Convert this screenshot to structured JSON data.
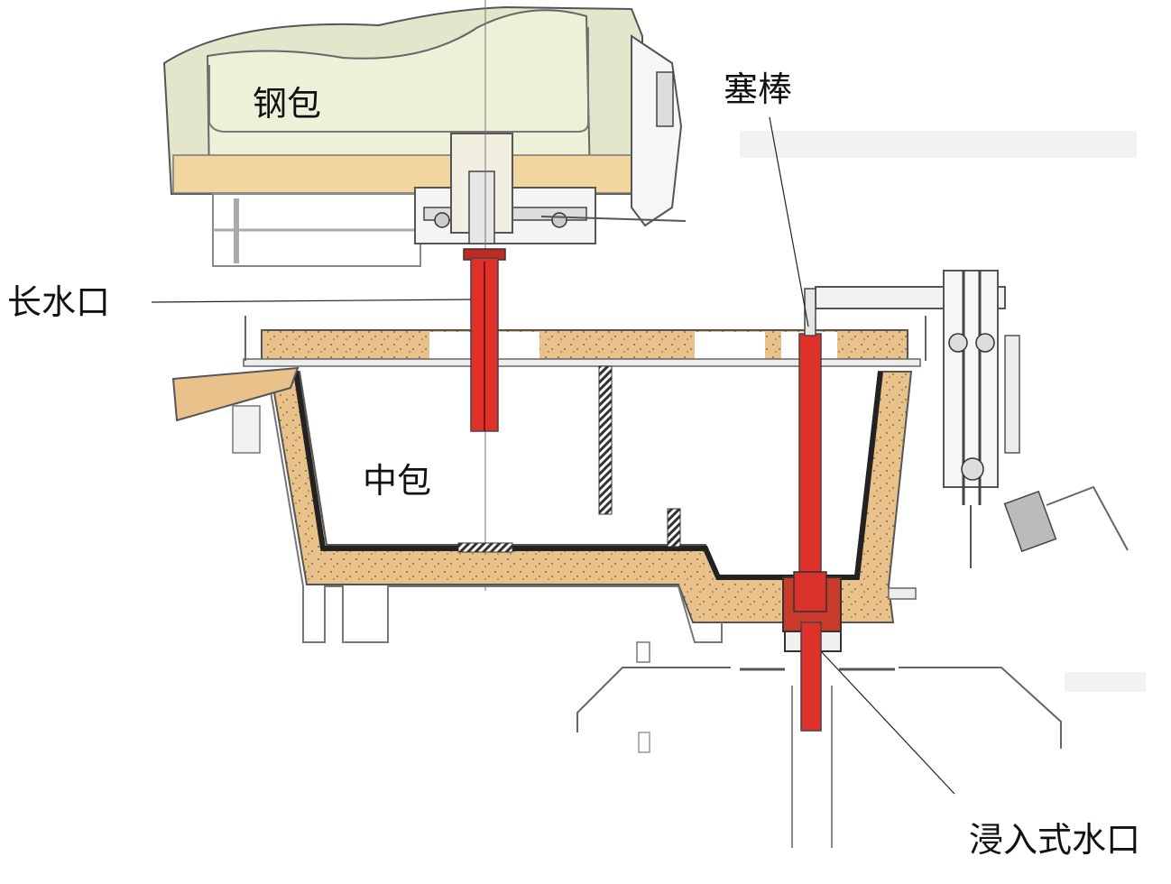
{
  "labels": {
    "ladle": "钢包",
    "stopper_rod": "塞棒",
    "long_nozzle": "长水口",
    "tundish": "中包",
    "submerged_nozzle": "浸入式水口"
  },
  "colors": {
    "ladle_body": "#eef0d8",
    "ladle_bottom": "#f2d6a0",
    "refractory": "#e8c28a",
    "nozzle_red": "#e0302a",
    "line": "#333333"
  }
}
